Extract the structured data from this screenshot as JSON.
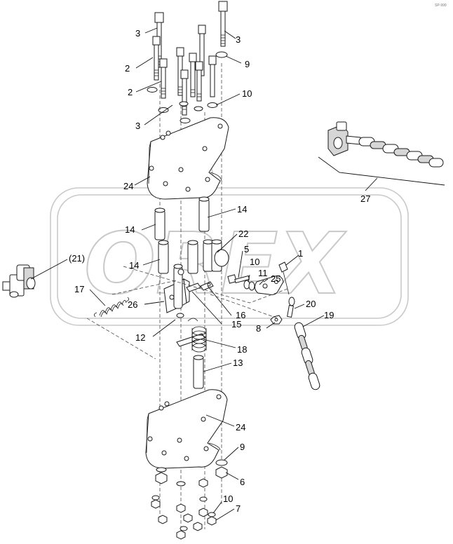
{
  "diagram": {
    "callouts": [
      {
        "id": "c-3a",
        "text": "3"
      },
      {
        "id": "c-2a",
        "text": "2"
      },
      {
        "id": "c-2b",
        "text": "2"
      },
      {
        "id": "c-3b",
        "text": "3"
      },
      {
        "id": "c-3c",
        "text": "3"
      },
      {
        "id": "c-9a",
        "text": "9"
      },
      {
        "id": "c-10a",
        "text": "10"
      },
      {
        "id": "c-24a",
        "text": "24"
      },
      {
        "id": "c-14a",
        "text": "14"
      },
      {
        "id": "c-14b",
        "text": "14"
      },
      {
        "id": "c-14c",
        "text": "14"
      },
      {
        "id": "c-22",
        "text": "22"
      },
      {
        "id": "c-5",
        "text": "5"
      },
      {
        "id": "c-1",
        "text": "1"
      },
      {
        "id": "c-10b",
        "text": "10"
      },
      {
        "id": "c-11",
        "text": "11"
      },
      {
        "id": "c-25",
        "text": "25"
      },
      {
        "id": "c-21",
        "text": "(21)"
      },
      {
        "id": "c-17",
        "text": "17"
      },
      {
        "id": "c-26",
        "text": "26"
      },
      {
        "id": "c-16",
        "text": "16"
      },
      {
        "id": "c-15",
        "text": "15"
      },
      {
        "id": "c-20",
        "text": "20"
      },
      {
        "id": "c-8",
        "text": "8"
      },
      {
        "id": "c-19",
        "text": "19"
      },
      {
        "id": "c-12",
        "text": "12"
      },
      {
        "id": "c-18",
        "text": "18"
      },
      {
        "id": "c-13",
        "text": "13"
      },
      {
        "id": "c-24b",
        "text": "24"
      },
      {
        "id": "c-9b",
        "text": "9"
      },
      {
        "id": "c-6",
        "text": "6"
      },
      {
        "id": "c-10c",
        "text": "10"
      },
      {
        "id": "c-7",
        "text": "7"
      },
      {
        "id": "c-27",
        "text": "27"
      }
    ],
    "watermark": "OREX",
    "corner_code": "SP-999"
  }
}
